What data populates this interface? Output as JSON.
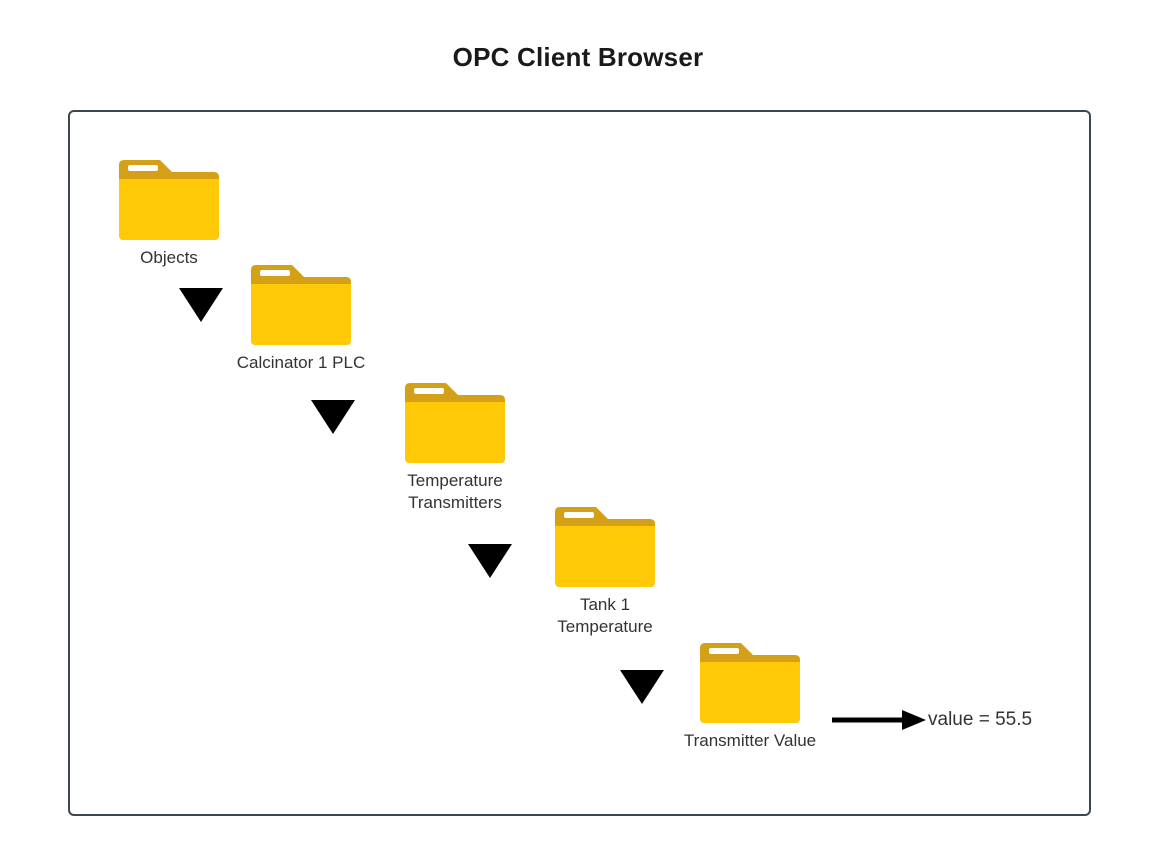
{
  "title": "OPC Client Browser",
  "frame": {
    "border_color": "#3d4752",
    "background": "#ffffff"
  },
  "colors": {
    "folder_body": "#FFC907",
    "folder_tab": "#D4A017",
    "folder_stripe": "#FFFFFF",
    "arrow": "#000000",
    "label_text": "#333333",
    "title_text": "#1a1a1a"
  },
  "tree": {
    "nodes": [
      {
        "id": "objects",
        "label": "Objects",
        "icon": "folder-icon"
      },
      {
        "id": "calcinator-1-plc",
        "label": "Calcinator 1 PLC",
        "icon": "folder-icon"
      },
      {
        "id": "temperature-transmitters",
        "label": "Temperature\nTransmitters",
        "icon": "folder-icon"
      },
      {
        "id": "tank-1-temperature",
        "label": "Tank 1\nTemperature",
        "icon": "folder-icon"
      },
      {
        "id": "transmitter-value",
        "label": "Transmitter Value",
        "icon": "folder-icon"
      }
    ],
    "connectors": [
      {
        "id": "connector-1",
        "icon": "triangle-down-icon",
        "from": "objects",
        "to": "calcinator-1-plc"
      },
      {
        "id": "connector-2",
        "icon": "triangle-down-icon",
        "from": "calcinator-1-plc",
        "to": "temperature-transmitters"
      },
      {
        "id": "connector-3",
        "icon": "triangle-down-icon",
        "from": "temperature-transmitters",
        "to": "tank-1-temperature"
      },
      {
        "id": "connector-4",
        "icon": "triangle-down-icon",
        "from": "tank-1-temperature",
        "to": "transmitter-value"
      }
    ]
  },
  "value_annotation": {
    "icon": "arrow-right-icon",
    "text": "value = 55.5"
  }
}
